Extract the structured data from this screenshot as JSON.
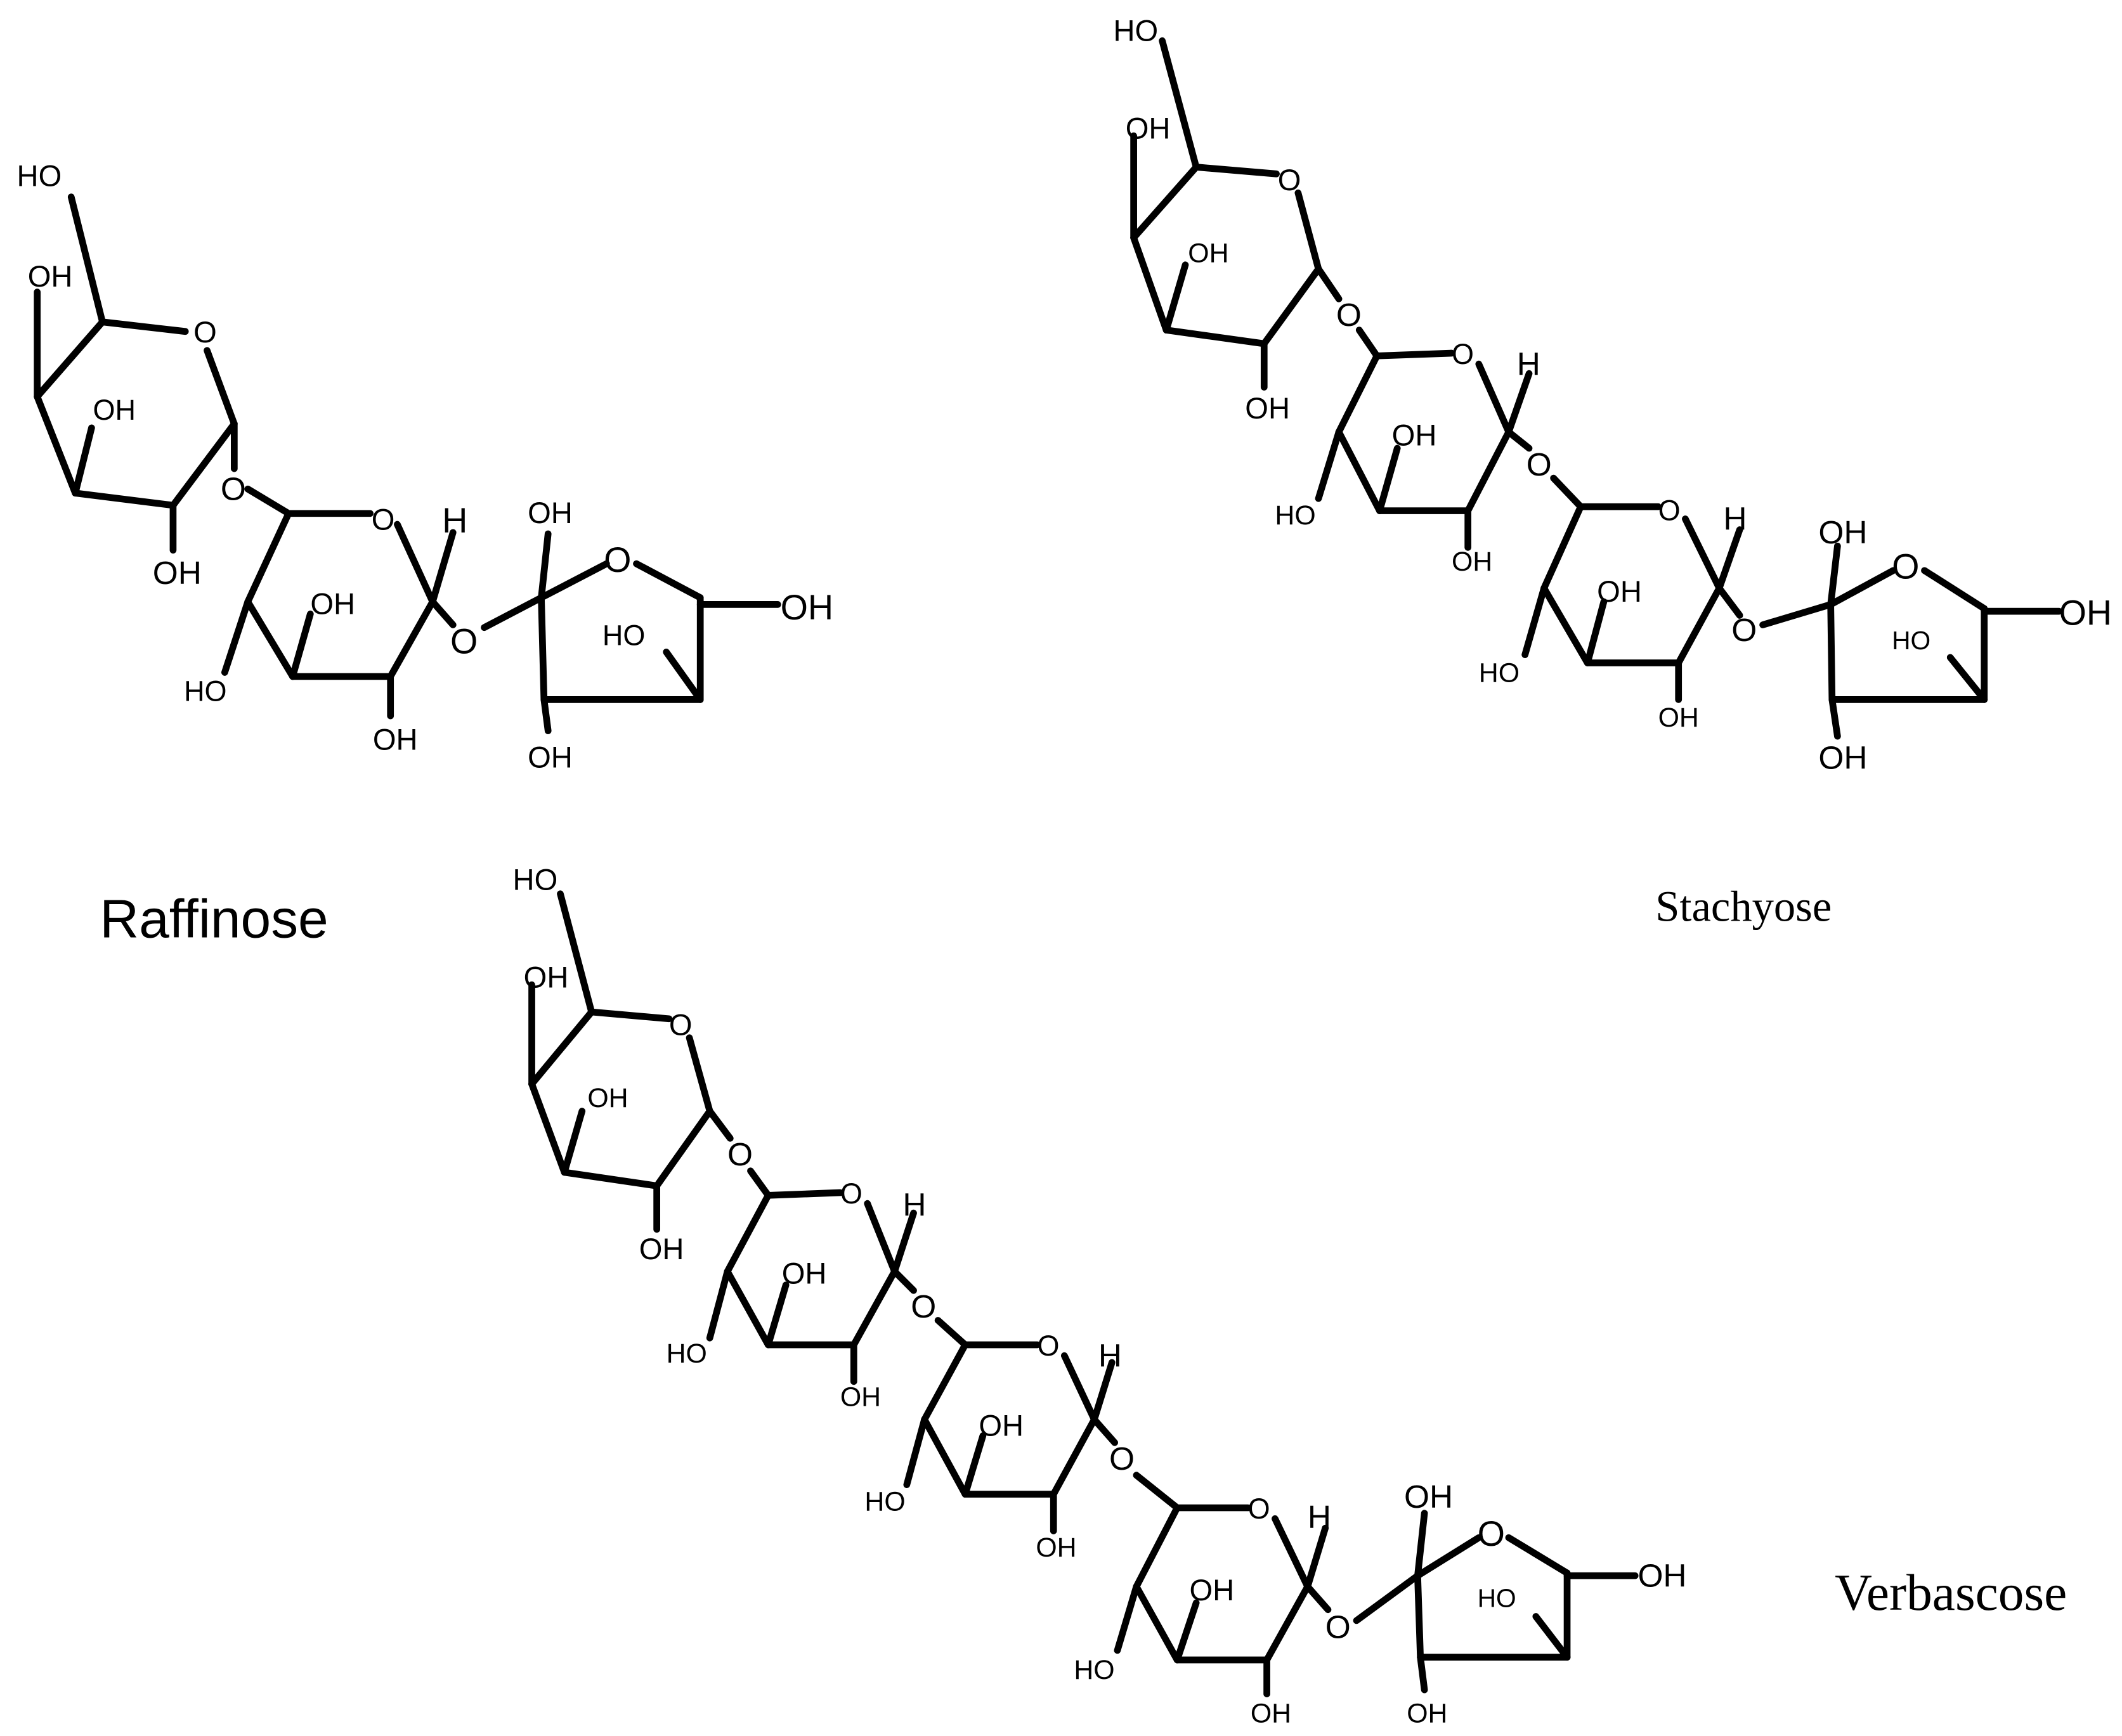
{
  "labels": {
    "raffinose": "Raffinose",
    "stachyose": "Stachyose",
    "verbascose": "Verbascose"
  },
  "atoms": {
    "hydroxyl_right": "OH",
    "hydroxyl_left": "HO",
    "oxygen": "O",
    "hydrogen": "H"
  },
  "colors": {
    "ink": "#000000",
    "background": "#ffffff"
  }
}
